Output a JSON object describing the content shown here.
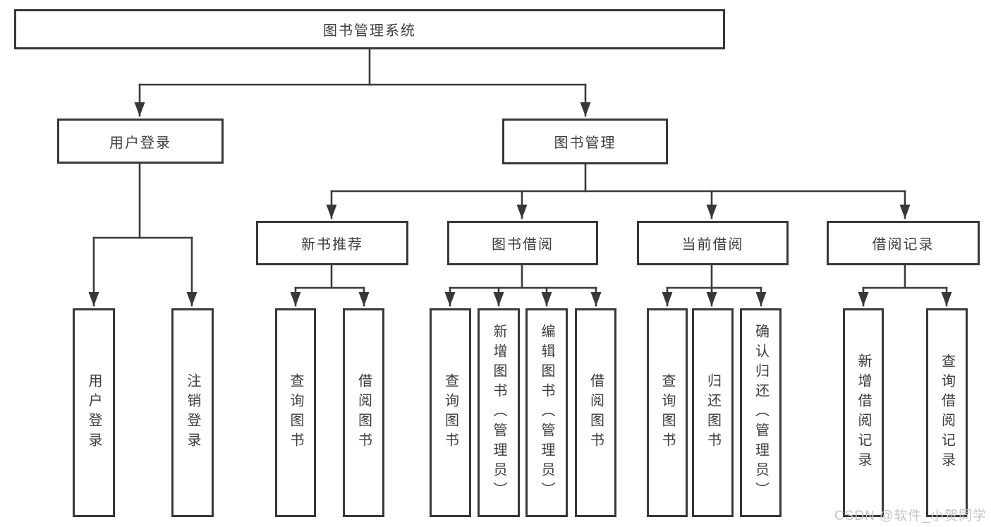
{
  "diagram": {
    "root": {
      "label": "图书管理系统",
      "children": [
        {
          "label": "用户登录",
          "children": [
            {
              "label": "用户登录"
            },
            {
              "label": "注销登录"
            }
          ]
        },
        {
          "label": "图书管理",
          "children": [
            {
              "label": "新书推荐",
              "children": [
                {
                  "label": "查询图书"
                },
                {
                  "label": "借阅图书"
                }
              ]
            },
            {
              "label": "图书借阅",
              "children": [
                {
                  "label": "查询图书"
                },
                {
                  "label": "新增图书（管理员）"
                },
                {
                  "label": "编辑图书（管理员）"
                },
                {
                  "label": "借阅图书"
                }
              ]
            },
            {
              "label": "当前借阅",
              "children": [
                {
                  "label": "查询图书"
                },
                {
                  "label": "归还图书"
                },
                {
                  "label": "确认归还（管理员）"
                }
              ]
            },
            {
              "label": "借阅记录",
              "children": [
                {
                  "label": "新增借阅记录"
                },
                {
                  "label": "查询借阅记录"
                }
              ]
            }
          ]
        }
      ]
    }
  },
  "watermark": {
    "text": "CSDN @软件_小贺同学"
  },
  "colors": {
    "line": "#3a3a3a",
    "border": "#383838",
    "text": "#3d3d3d",
    "background": "#ffffff",
    "watermark": "#c4c4ca"
  }
}
